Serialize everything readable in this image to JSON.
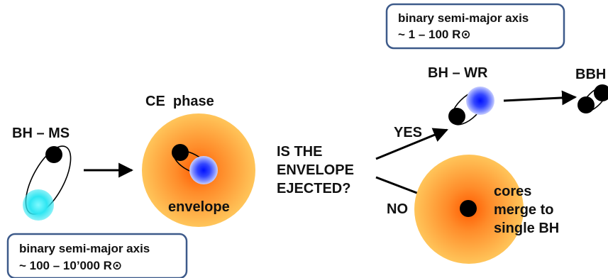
{
  "stages": {
    "bh_ms": {
      "label": "BH – MS"
    },
    "ce_phase": {
      "label": "CE  phase",
      "envelope_label": "envelope"
    },
    "question": {
      "lines": [
        "IS THE",
        "ENVELOPE",
        "EJECTED?"
      ]
    },
    "yes_branch": {
      "label": "YES"
    },
    "no_branch": {
      "label": "NO"
    },
    "bh_wr": {
      "label": "BH – WR"
    },
    "bbh": {
      "label": "BBH"
    },
    "merge": {
      "lines": [
        "cores",
        "merge to",
        "single BH"
      ]
    }
  },
  "boxes": {
    "top": {
      "line1": "binary semi-major axis",
      "line2": "~ 1 – 100 R⊙"
    },
    "bottom": {
      "line1": "binary semi-major axis",
      "line2": "~ 100 – 10’000 R⊙"
    }
  },
  "colors": {
    "box_border": "#3d5a8a",
    "black_hole": "#000000",
    "ms_star": "#2ee6f2",
    "wr_star": "#1a2fff",
    "envelope_outer": "#ffb347",
    "envelope_inner": "#ff7a1a"
  }
}
